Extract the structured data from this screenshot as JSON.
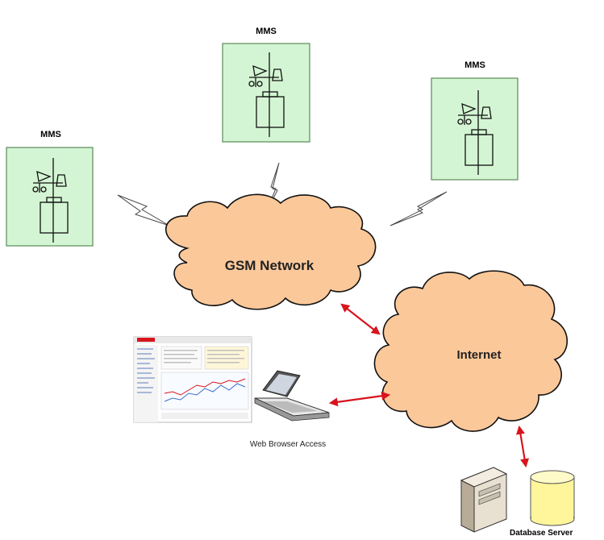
{
  "stations": [
    {
      "label": "MMS"
    },
    {
      "label": "MMS"
    },
    {
      "label": "MMS"
    }
  ],
  "gsm_network": {
    "label": "GSM Network"
  },
  "internet": {
    "label": "Internet"
  },
  "web_access": {
    "label": "Web Browser Access"
  },
  "database": {
    "label": "Database Server"
  },
  "colors": {
    "station_fill": "#d3f5d3",
    "cloud_fill": "#fbc89a",
    "arrow": "#d8141e",
    "database_fill": "#fff59a"
  }
}
